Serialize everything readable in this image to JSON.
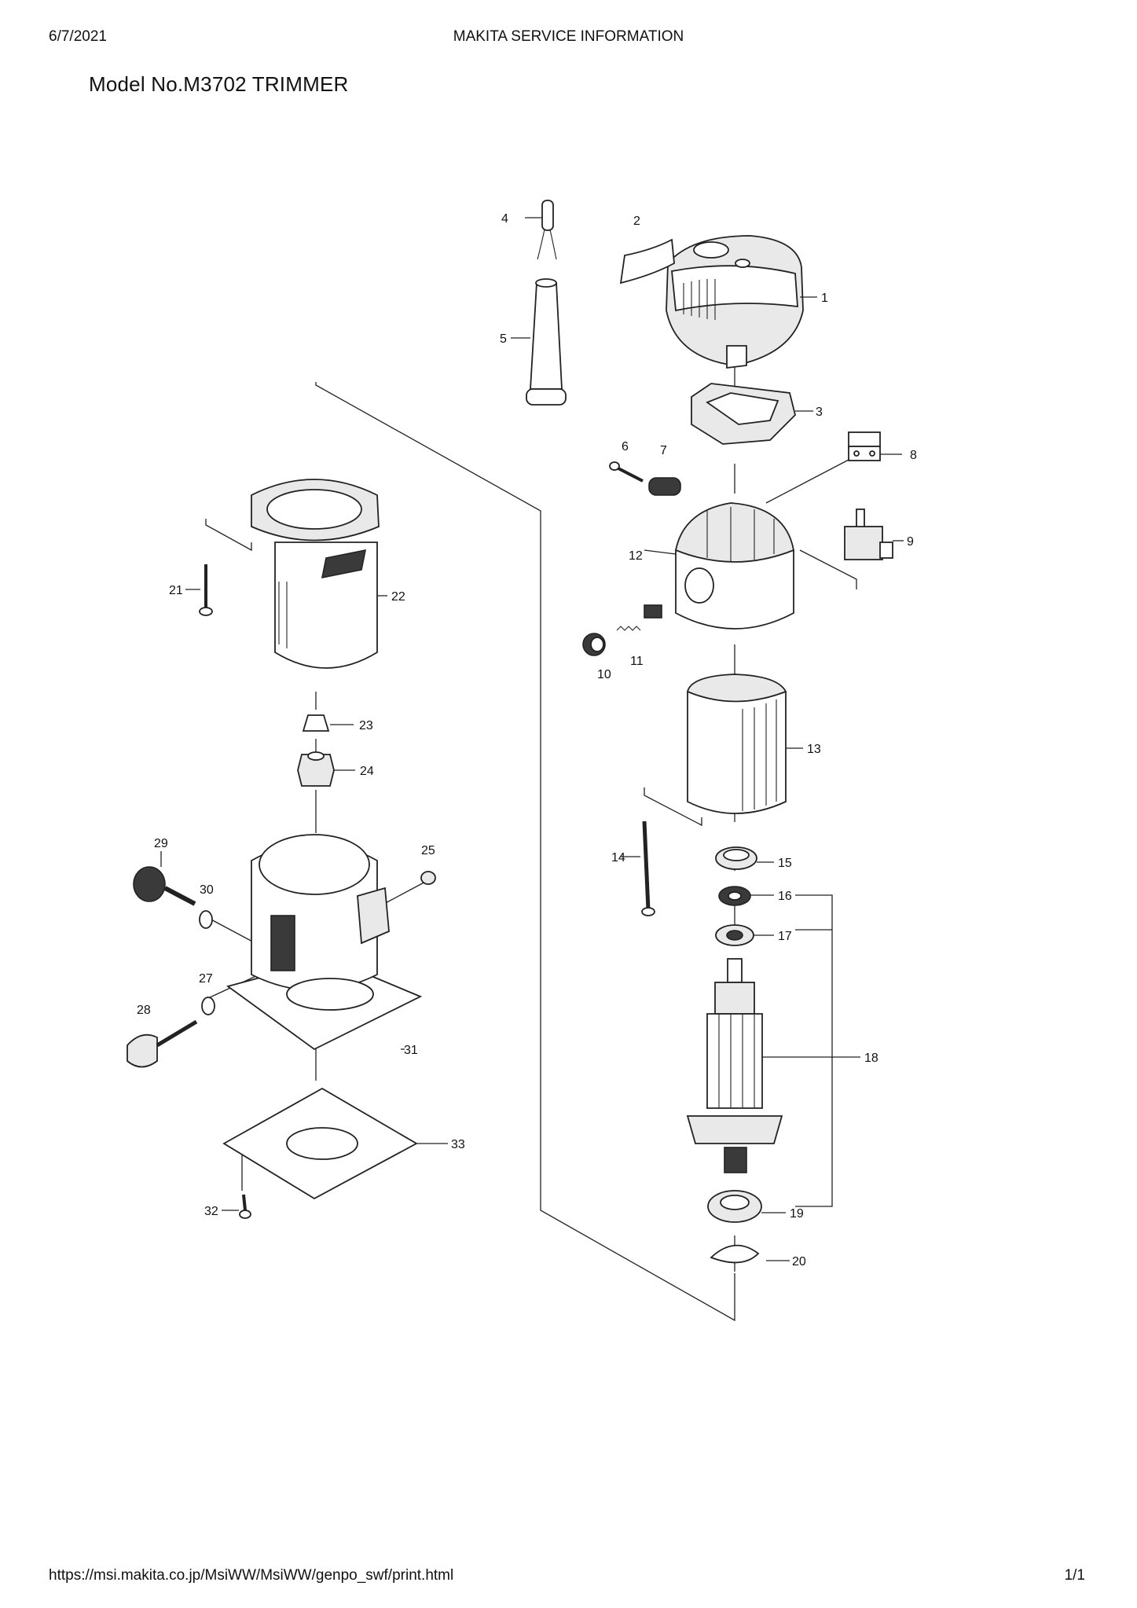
{
  "header": {
    "date": "6/7/2021",
    "title": "MAKITA SERVICE INFORMATION"
  },
  "model_title": "Model No.M3702 TRIMMER",
  "footer": {
    "url": "https://msi.makita.co.jp/MsiWW/MsiWW/genpo_swf/print.html",
    "page": "1/1"
  },
  "callouts": [
    "1",
    "2",
    "3",
    "4",
    "5",
    "6",
    "7",
    "8",
    "9",
    "10",
    "11",
    "12",
    "13",
    "14",
    "15",
    "16",
    "17",
    "18",
    "19",
    "20",
    "21",
    "22",
    "23",
    "24",
    "25",
    "27",
    "28",
    "29",
    "30",
    "31",
    "32",
    "33"
  ]
}
